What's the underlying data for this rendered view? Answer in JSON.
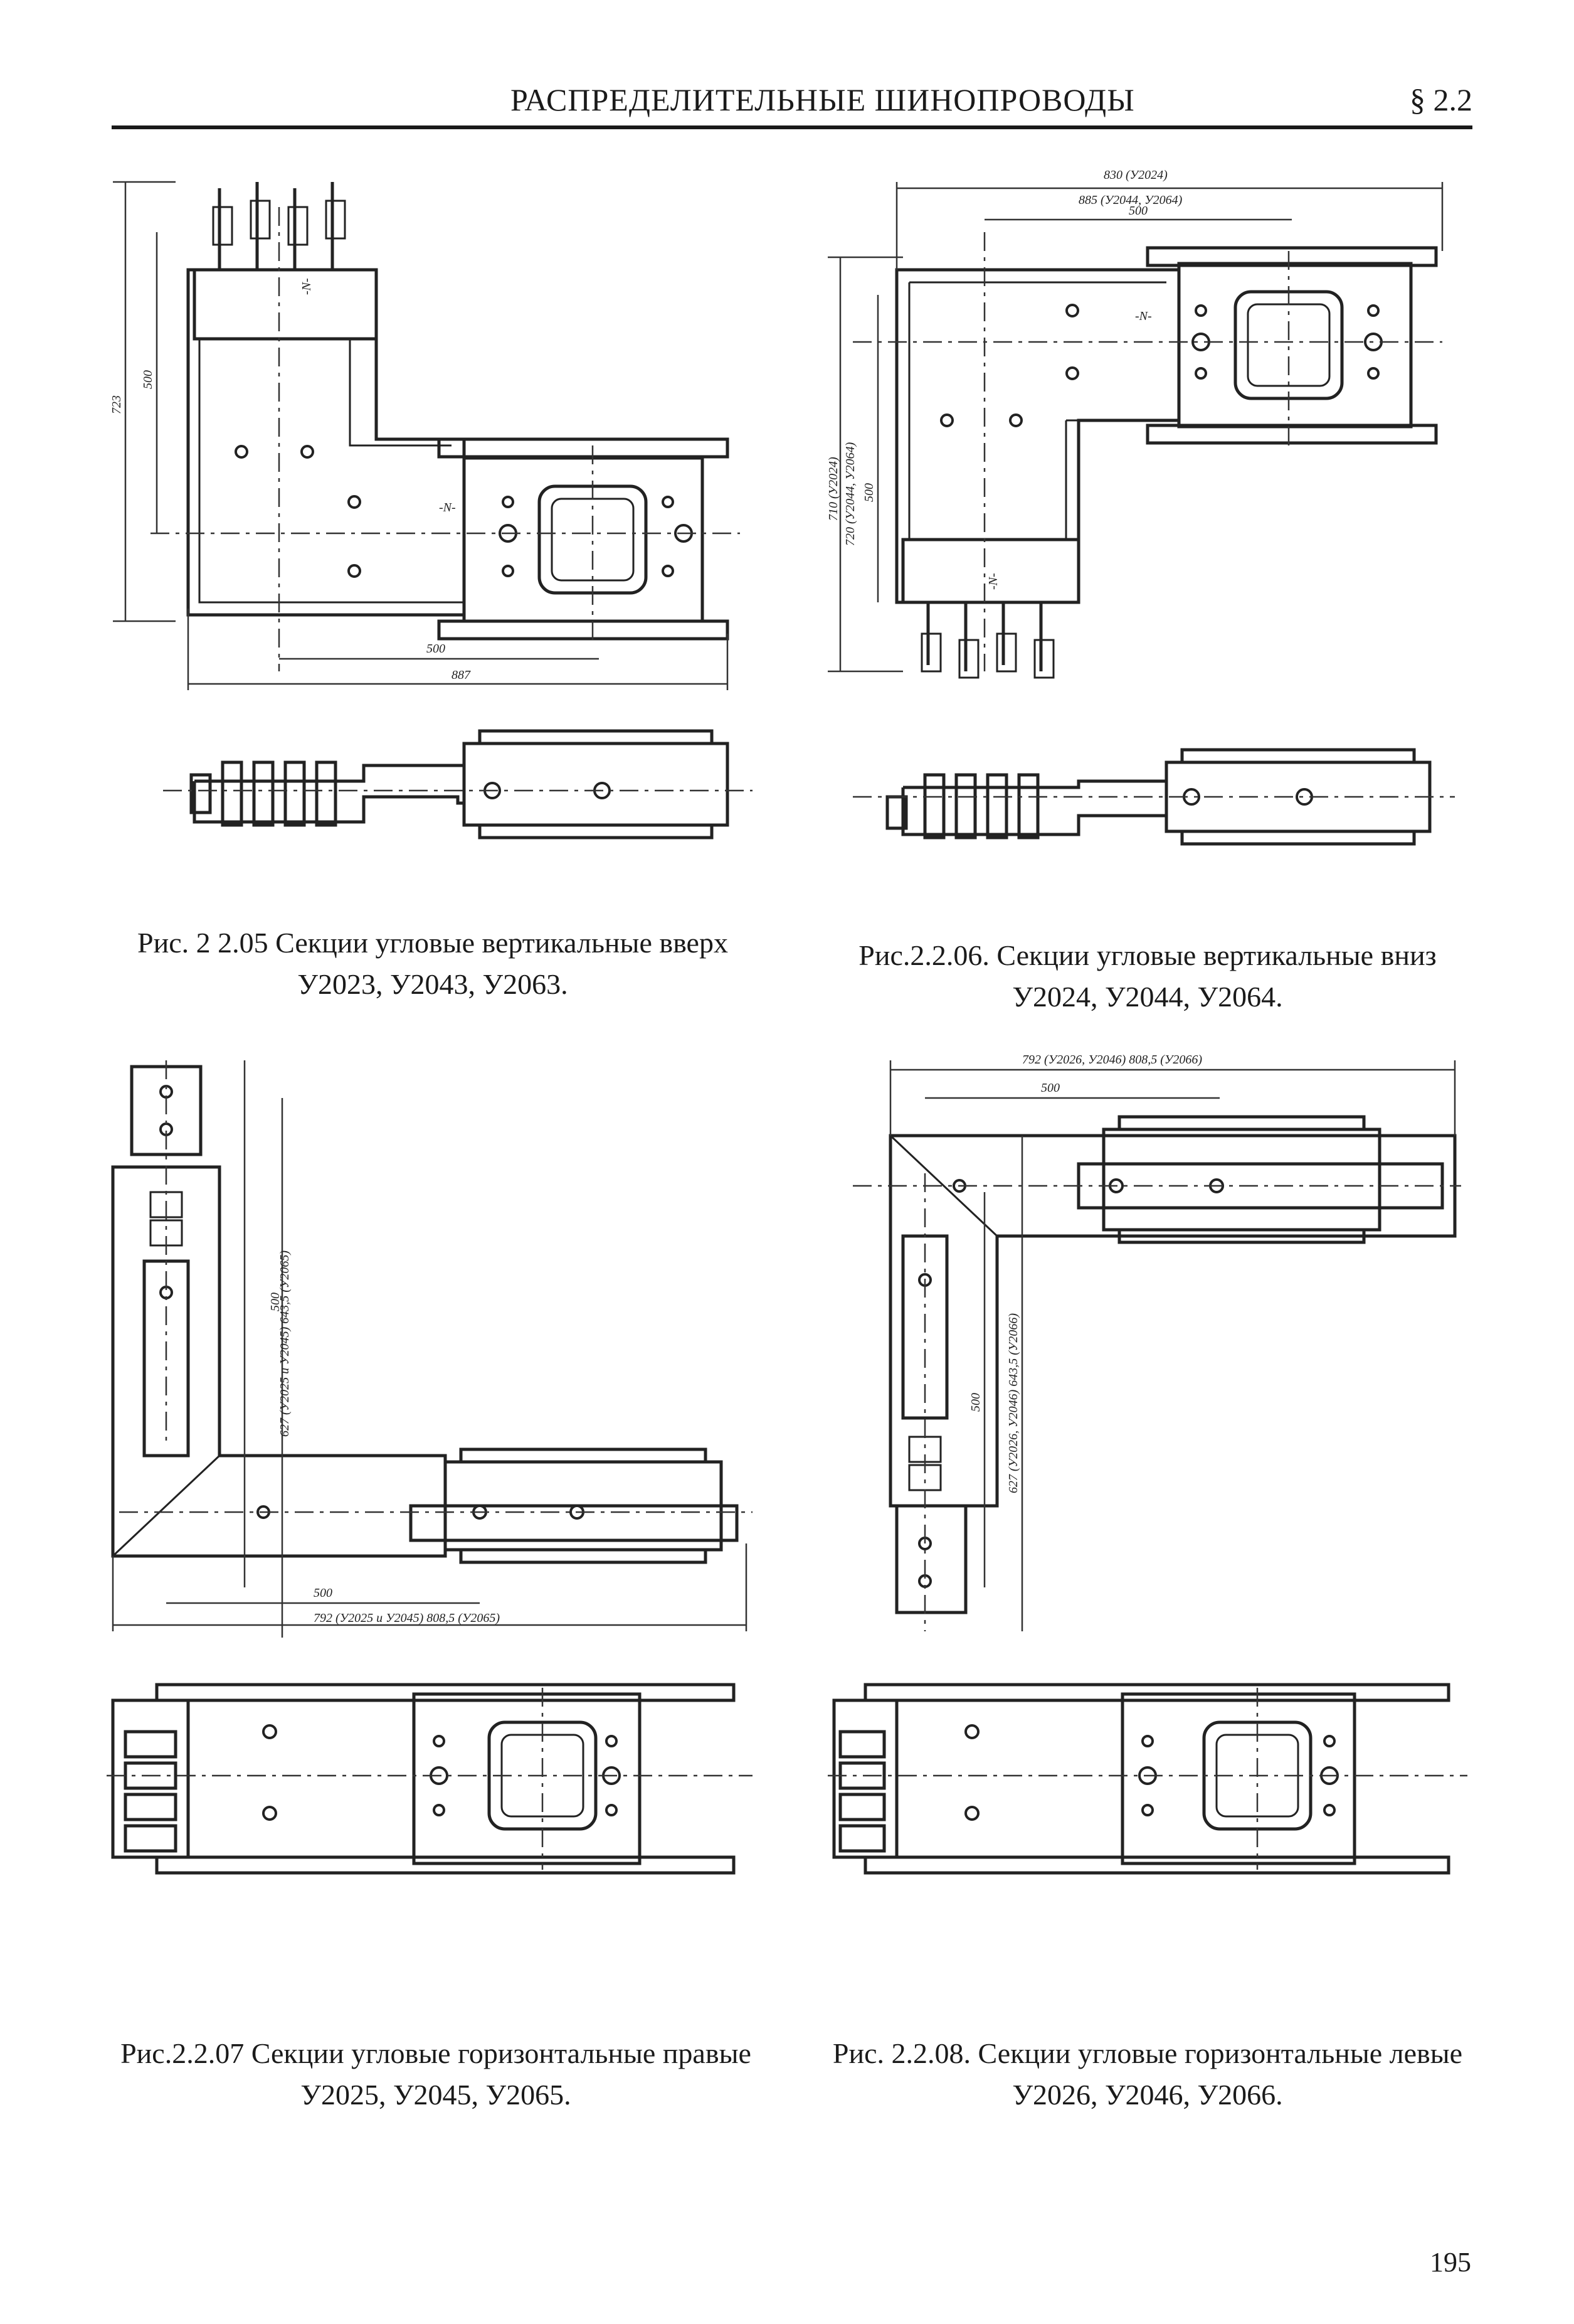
{
  "header": {
    "title": "РАСПРЕДЕЛИТЕЛЬНЫЕ ШИНОПРОВОДЫ",
    "section": "§ 2.2"
  },
  "figures": [
    {
      "caption_line1": "Рис. 2 2.05 Секции угловые вертикальные вверх",
      "caption_line2": "У2023, У2043, У2063.",
      "dims": [
        "723",
        "500",
        "500",
        "887",
        "-N-",
        "-N-"
      ]
    },
    {
      "caption_line1": "Рис.2.2.06. Секции угловые вертикальные вниз",
      "caption_line2": "У2024, У2044, У2064.",
      "dims": [
        "830 (У2024)",
        "885 (У2044, У2064)",
        "500",
        "710 (У2024)",
        "720 (У2044, У2064)",
        "500",
        "-N-",
        "-N-"
      ]
    },
    {
      "caption_line1": "Рис.2.2.07 Секции угловые горизонтальные правые",
      "caption_line2": "У2025, У2045, У2065.",
      "dims": [
        "500",
        "627 (У2025 и У2045) 643,5 (У2065)",
        "500",
        "792 (У2025 и У2045) 808,5 (У2065)"
      ]
    },
    {
      "caption_line1": "Рис. 2.2.08. Секции угловые горизонтальные левые",
      "caption_line2": "У2026, У2046, У2066.",
      "dims": [
        "792 (У2026, У2046) 808,5 (У2066)",
        "500",
        "500",
        "627 (У2026, У2046) 643,5 (У2066)"
      ]
    }
  ],
  "page_number": "195"
}
